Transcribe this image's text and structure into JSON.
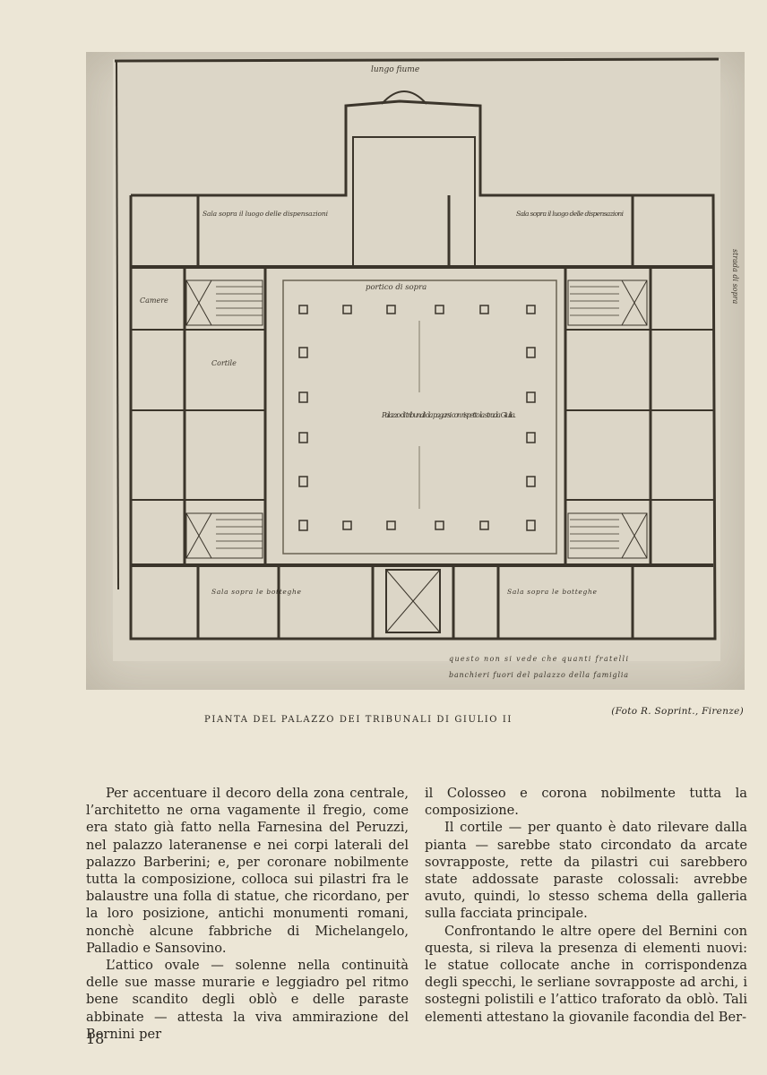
{
  "figure": {
    "caption": "PIANTA DEL PALAZZO DEI TRIBUNALI DI GIULIO II",
    "credit": "(Foto R. Soprint., Firenze)",
    "plan_labels": {
      "top": "lungo fiume",
      "portico": "portico di sopra",
      "courtyard": "Palazzo di tribunali da pagarsi con rispetto la strada Giulia.",
      "sala_left": "Sala sopra il luogo delle dispensazioni",
      "sala_right": "Sala sopra il luogo delle dispensazioni",
      "camere": "Camere",
      "cortile": "Cortile",
      "sala_bottom_left": "Sala sopra le botteghe",
      "sala_bottom_right": "Sala sopra le botteghe",
      "strada": "strada di sopra",
      "bottom_note_1": "questo non si vede che quanti fratelli",
      "bottom_note_2": "banchieri fuori del palazzo della famiglia"
    }
  },
  "text": {
    "left_col": [
      "Per accentuare il decoro della zona centrale, l’architetto ne orna vagamente il fregio, come era stato già fatto nella Farnesina del Peruzzi, nel palazzo lateranense e nei corpi laterali del palazzo Barberini; e, per coronare nobilmente tutta la composizione, colloca sui pilastri fra le balaustre una folla di statue, che ricordano, per la loro posizione, antichi monumenti romani, nonchè alcune fabbriche di Michelangelo, Palladio e Sansovino.",
      "L’attico ovale — solenne nella continuità delle sue masse murarie e leggiadro pel ritmo bene scandito degli oblò e delle paraste abbinate — attesta la viva ammirazione del Bernini per"
    ],
    "right_col": [
      "il Colosseo e corona nobilmente tutta la composizione.",
      "Il cortile — per quanto è dato rilevare dalla pianta — sarebbe stato circondato da arcate sovrapposte, rette da pilastri cui sarebbero state addossate paraste colossali: avrebbe avuto, quindi, lo stesso schema della galleria sulla facciata principale.",
      "Confrontando le altre opere del Bernini con questa, si rileva la presenza di elementi nuovi: le statue collocate anche in corrispondenza degli specchi, le serliane sovrapposte ad archi, i sostegni polistili e l’attico traforato da oblò. Tali elementi attestano la giovanile facondia del Ber-"
    ]
  },
  "folio": "18"
}
